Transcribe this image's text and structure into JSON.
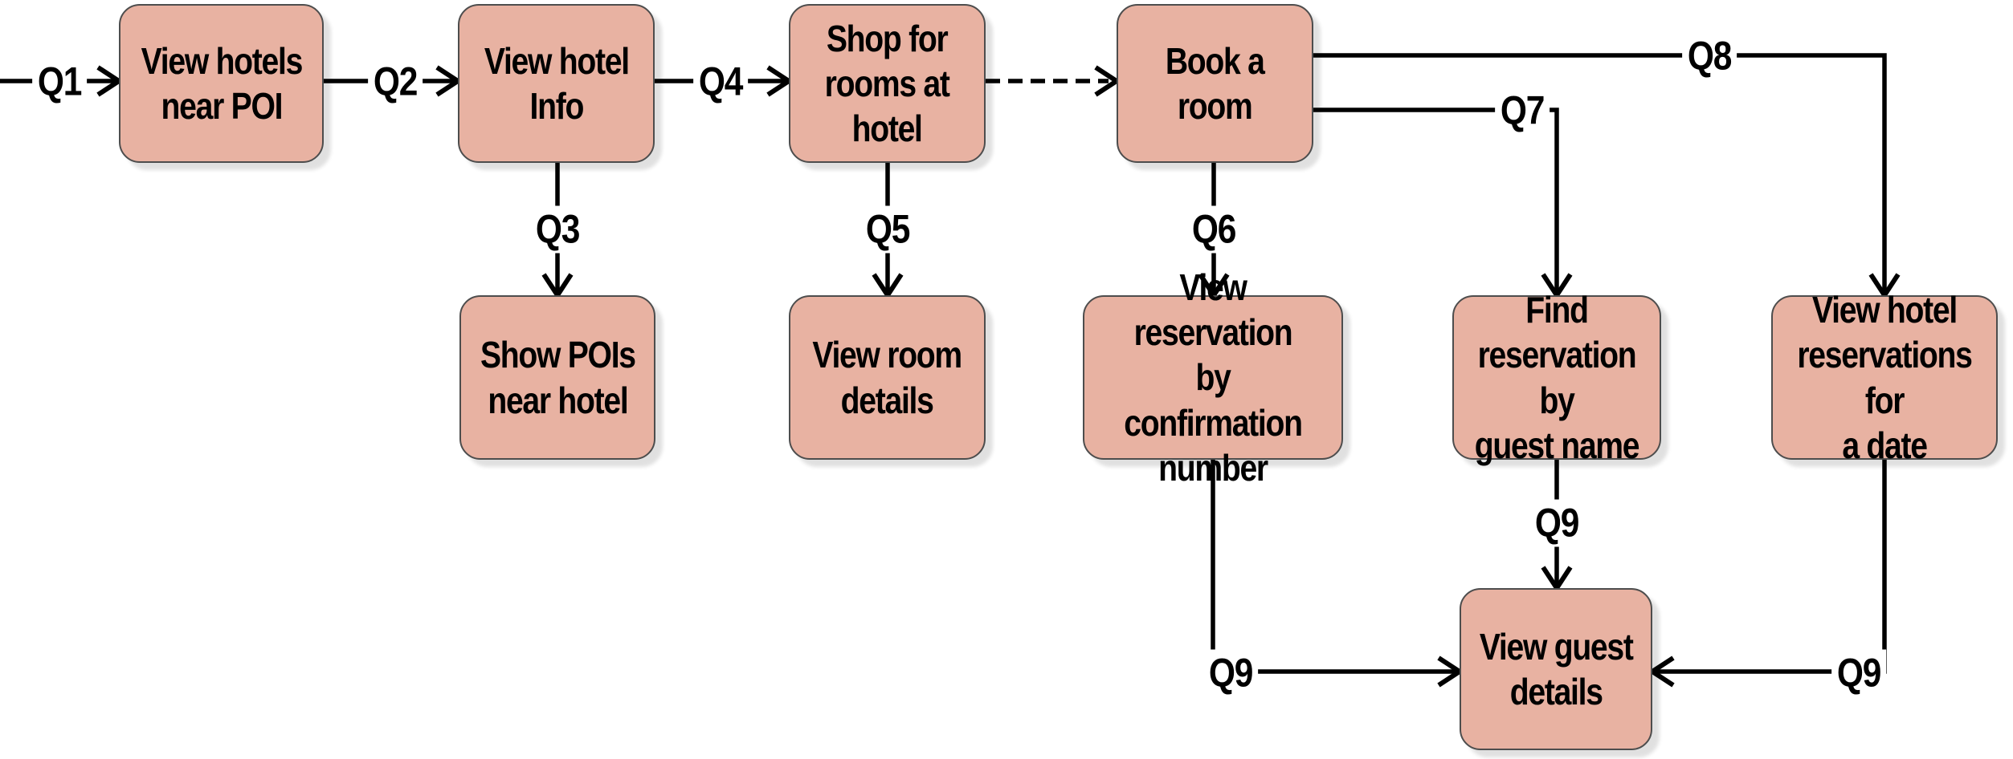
{
  "diagram": {
    "type": "flowchart",
    "nodes": [
      {
        "id": "view-hotels-near-poi",
        "label": "View hotels\nnear POI"
      },
      {
        "id": "view-hotel-info",
        "label": "View hotel\nInfo"
      },
      {
        "id": "shop-for-rooms-at-hotel",
        "label": "Shop for\nrooms at\nhotel"
      },
      {
        "id": "book-a-room",
        "label": "Book a\nroom"
      },
      {
        "id": "show-pois-near-hotel",
        "label": "Show POIs\nnear hotel"
      },
      {
        "id": "view-room-details",
        "label": "View room\ndetails"
      },
      {
        "id": "view-reservation-by-confirmation-number",
        "label": "View reservation\nby confirmation\nnumber"
      },
      {
        "id": "find-reservation-by-guest-name",
        "label": "Find\nreservation by\nguest name"
      },
      {
        "id": "view-hotel-reservations-for-a-date",
        "label": "View hotel\nreservations for\na date"
      },
      {
        "id": "view-guest-details",
        "label": "View guest\ndetails"
      }
    ],
    "edges": [
      {
        "label": "Q1",
        "from": "start",
        "to": "view-hotels-near-poi",
        "style": "solid"
      },
      {
        "label": "Q2",
        "from": "view-hotels-near-poi",
        "to": "view-hotel-info",
        "style": "solid"
      },
      {
        "label": "Q3",
        "from": "view-hotel-info",
        "to": "show-pois-near-hotel",
        "style": "solid"
      },
      {
        "label": "Q4",
        "from": "view-hotel-info",
        "to": "shop-for-rooms-at-hotel",
        "style": "solid"
      },
      {
        "label": "Q5",
        "from": "shop-for-rooms-at-hotel",
        "to": "view-room-details",
        "style": "solid"
      },
      {
        "label": "",
        "from": "shop-for-rooms-at-hotel",
        "to": "book-a-room",
        "style": "dashed"
      },
      {
        "label": "Q6",
        "from": "book-a-room",
        "to": "view-reservation-by-confirmation-number",
        "style": "solid"
      },
      {
        "label": "Q7",
        "from": "book-a-room",
        "to": "find-reservation-by-guest-name",
        "style": "solid"
      },
      {
        "label": "Q8",
        "from": "book-a-room",
        "to": "view-hotel-reservations-for-a-date",
        "style": "solid"
      },
      {
        "label": "Q9",
        "from": "find-reservation-by-guest-name",
        "to": "view-guest-details",
        "style": "solid"
      },
      {
        "label": "Q9",
        "from": "view-reservation-by-confirmation-number",
        "to": "view-guest-details",
        "style": "solid"
      },
      {
        "label": "Q9",
        "from": "view-hotel-reservations-for-a-date",
        "to": "view-guest-details",
        "style": "solid"
      }
    ],
    "colors": {
      "background": "#ffffff",
      "node_fill": "#e8b2a2",
      "node_border": "#4d4d4d",
      "connector": "#000000",
      "text": "#000000"
    }
  }
}
